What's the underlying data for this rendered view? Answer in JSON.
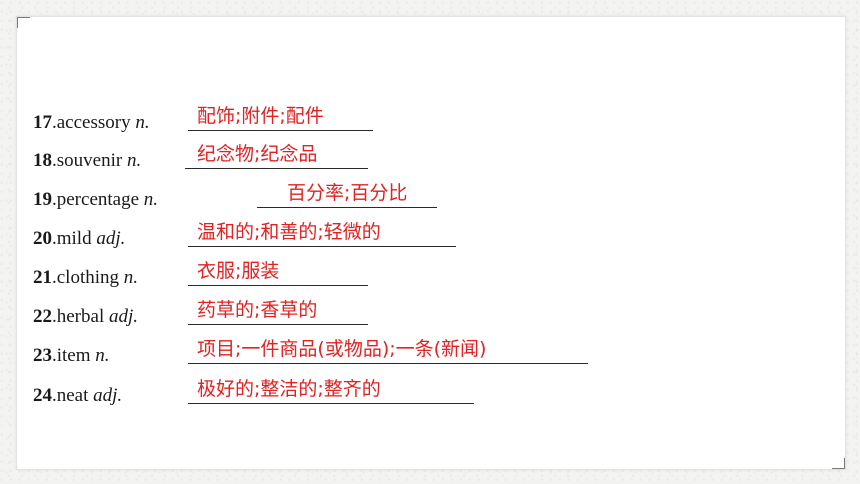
{
  "items": [
    {
      "num": "17",
      "word": ".accessory ",
      "pos": "n.",
      "answer": "配饰;附件;配件"
    },
    {
      "num": "18",
      "word": ".souvenir ",
      "pos": "n.",
      "answer": "纪念物;纪念品"
    },
    {
      "num": "19",
      "word": ".percentage ",
      "pos": "n.",
      "answer": "百分率;百分比"
    },
    {
      "num": "20",
      "word": ".mild ",
      "pos": "adj.",
      "answer": "温和的;和善的;轻微的"
    },
    {
      "num": "21",
      "word": ".clothing ",
      "pos": "n.",
      "answer": "衣服;服装"
    },
    {
      "num": "22",
      "word": ".herbal ",
      "pos": "adj.",
      "answer": "药草的;香草的"
    },
    {
      "num": "23",
      "word": ".item ",
      "pos": "n.",
      "answer": "项目;一件商品(或物品);一条(新闻)"
    },
    {
      "num": "24",
      "word": ".neat ",
      "pos": "adj.",
      "answer": "极好的;整洁的;整齐的"
    }
  ],
  "colors": {
    "answer": "#e02222",
    "text": "#1a1a1a"
  }
}
